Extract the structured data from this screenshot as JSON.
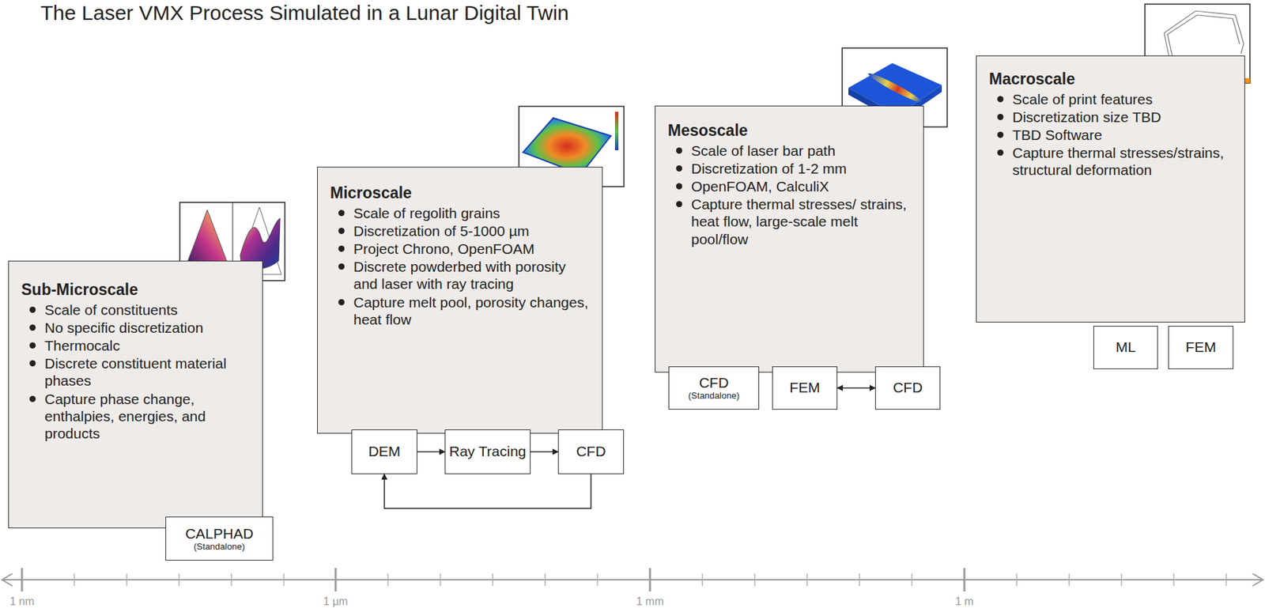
{
  "diagram": {
    "title": "The Laser VMX Process Simulated in a Lunar Digital Twin",
    "nodes": [
      {
        "text": [
          "Sub-Microscale",
          "Scale of constituents",
          "No specific discretization",
          "Thermocalc",
          "Discrete constituent material phases",
          "Capture phase change, enthalpies, energies, and products"
        ]
      },
      {
        "text": [
          "CALPHAD",
          "(Standalone)"
        ]
      },
      {
        "text": [
          "Microscale",
          "Scale of regolith grains",
          "Discretization of 5-1000 µm",
          "Project Chrono, OpenFOAM",
          "Discrete powderbed with porosity and laser with ray tracing",
          "Capture melt pool, porosity changes, heat flow"
        ]
      },
      {
        "text": [
          "DEM"
        ]
      },
      {
        "text": [
          "Ray Tracing"
        ]
      },
      {
        "text": [
          "CFD"
        ]
      },
      {
        "text": [
          "Mesoscale",
          "Scale of laser bar path",
          "Discretization of 1-2 mm",
          "OpenFOAM, CalculiX",
          "Capture thermal stresses/ strains, heat flow, large-scale melt pool/flow"
        ]
      },
      {
        "text": [
          "CFD",
          "(Standalone)"
        ]
      },
      {
        "text": [
          "FEM"
        ]
      },
      {
        "text": [
          "CFD"
        ]
      },
      {
        "text": [
          "Macroscale",
          "Scale of print features",
          "Discretization size TBD",
          "TBD Software",
          "Capture thermal stresses/strains, structural deformation"
        ]
      },
      {
        "text": [
          "ML"
        ]
      },
      {
        "text": [
          "FEM"
        ]
      }
    ],
    "edges": [
      {
        "from": 3,
        "to": 4,
        "arrow": "to"
      },
      {
        "from": 4,
        "to": 5,
        "arrow": "to"
      },
      {
        "from": 5,
        "to": 3,
        "arrow": "to"
      },
      {
        "from": 8,
        "to": 9,
        "arrow": "both"
      }
    ],
    "labels": [
      "1 nm",
      "1 µm",
      "1 mm",
      "1 m"
    ]
  }
}
